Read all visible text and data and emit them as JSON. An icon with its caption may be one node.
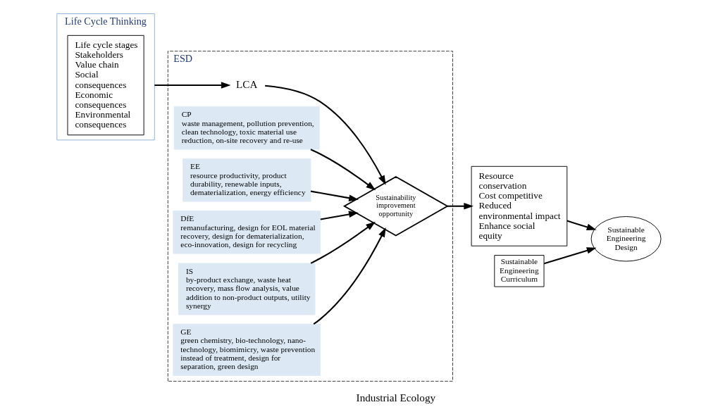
{
  "diagram": {
    "nodes": [
      {
        "text": [
          "Life Cycle Thinking"
        ]
      },
      {
        "text": [
          "Life cycle stages",
          "Stakeholders",
          "Value chain",
          "Social consequences",
          "Economic consequences",
          "Environmental consequences"
        ],
        "in": 0
      },
      {
        "text": [
          "ESD"
        ]
      },
      {
        "text": [
          "LCA"
        ],
        "in": 2
      },
      {
        "text": [
          "Sustainability improvement opportunity"
        ],
        "in": 2
      },
      {
        "text": [
          "CP",
          "waste management, pollution prevention, clean technology, toxic material use reduction, on-site recovery and re-use"
        ],
        "in": 2
      },
      {
        "text": [
          "EE",
          "resource productivity, product durability, renewable inputs, dematerialization, energy efficiency"
        ],
        "in": 2
      },
      {
        "text": [
          "DfE",
          "remanufacturing, design for EOL material recovery, design for dematerialization, eco-innovation, design for recycling"
        ],
        "in": 2
      },
      {
        "text": [
          "IS",
          "by-product exchange, waste heat recovery, mass flow analysis, value addition to non-product outputs, utility synergy"
        ],
        "in": 2
      },
      {
        "text": [
          "GE",
          "green chemistry, bio-technology, nano-technology, biomimicry, waste prevention instead of treatment, design for separation, green design"
        ],
        "in": 2
      },
      {
        "text": [
          "Resource conservation",
          "Cost competitive",
          "Reduced environmental impact",
          "Enhance social equity"
        ]
      },
      {
        "text": [
          "Sustainable Engineering Design"
        ]
      },
      {
        "text": [
          "Sustainable Engineering Curriculum"
        ]
      }
    ],
    "edges": [
      {
        "from": 0,
        "to": 3,
        "arrow": "to"
      },
      {
        "from": 3,
        "to": 4,
        "arrow": "to"
      },
      {
        "from": 5,
        "to": 4,
        "arrow": "to"
      },
      {
        "from": 6,
        "to": 4,
        "arrow": "to"
      },
      {
        "from": 7,
        "to": 4,
        "arrow": "to"
      },
      {
        "from": 8,
        "to": 4,
        "arrow": "to"
      },
      {
        "from": 9,
        "to": 4,
        "arrow": "to"
      },
      {
        "from": 4,
        "to": 10,
        "arrow": "to"
      },
      {
        "from": 10,
        "to": 11,
        "arrow": "to"
      },
      {
        "from": 12,
        "to": 11,
        "arrow": "to"
      }
    ],
    "labels": [
      "Industrial Ecology"
    ]
  }
}
